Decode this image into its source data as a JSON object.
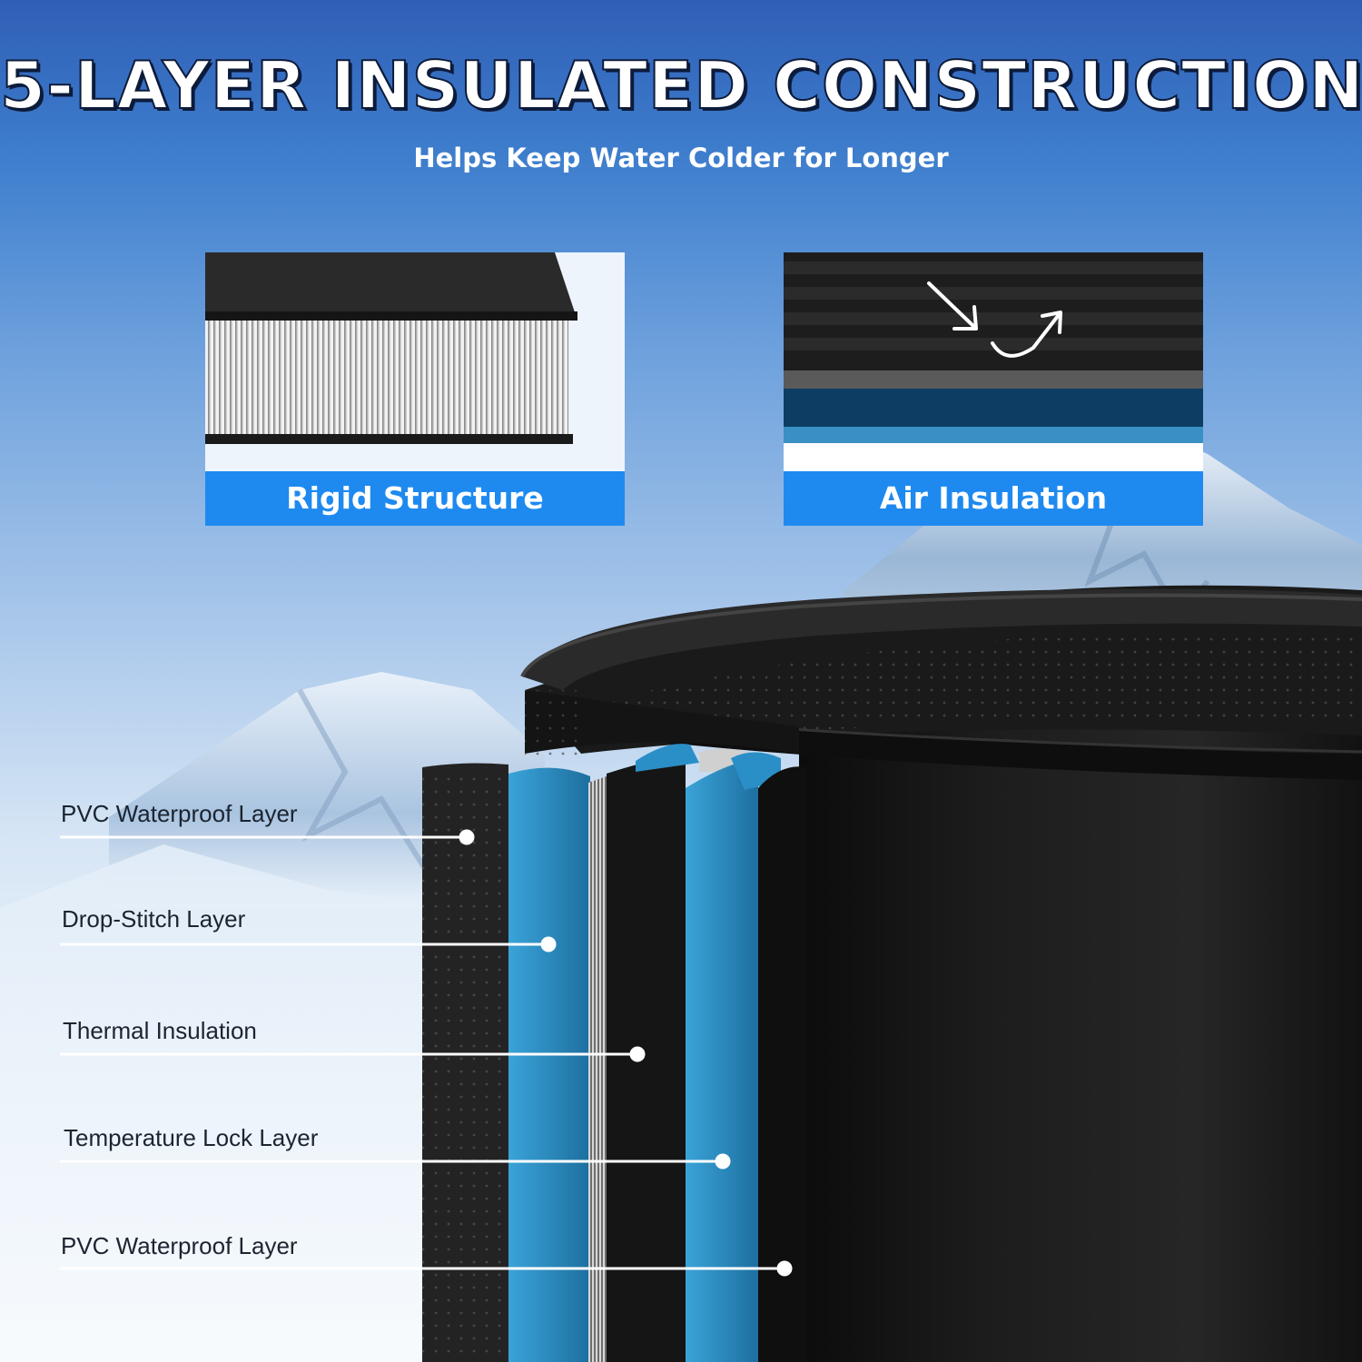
{
  "header": {
    "title": "5-LAYER INSULATED CONSTRUCTION",
    "subtitle": "Helps Keep Water Colder for Longer"
  },
  "panels": [
    {
      "label": "Rigid Structure"
    },
    {
      "label": "Air Insulation"
    }
  ],
  "layers": [
    {
      "label": "PVC Waterproof Layer"
    },
    {
      "label": "Drop-Stitch Layer"
    },
    {
      "label": "Thermal Insulation"
    },
    {
      "label": "Temperature Lock Layer"
    },
    {
      "label": "PVC Waterproof Layer"
    }
  ],
  "colors": {
    "accent": "#1e8af0",
    "layer_blue": "#2b8fc7",
    "tub_black": "#161616"
  }
}
